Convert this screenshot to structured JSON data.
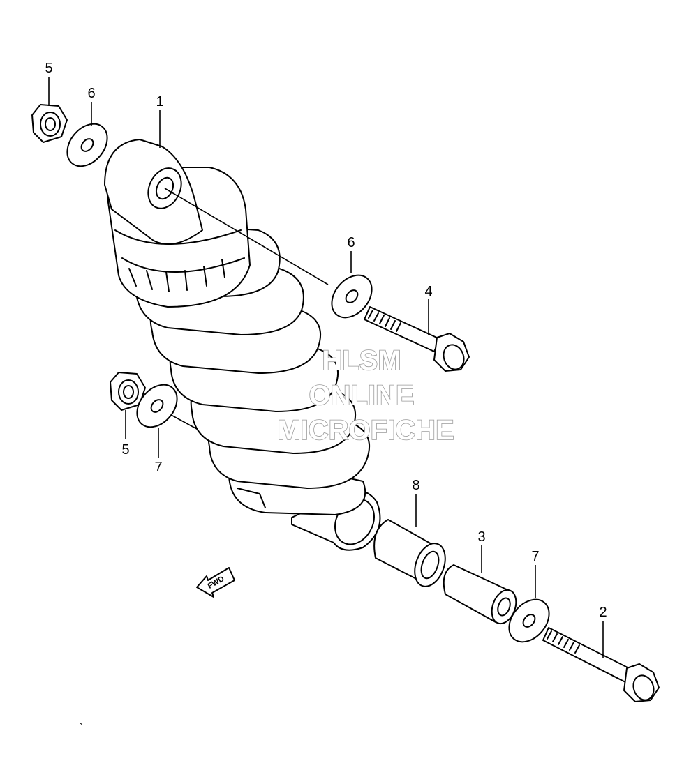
{
  "title": "",
  "parts": [
    {
      "number": "1",
      "name": "shock-absorber"
    },
    {
      "number": "2",
      "name": "long-bolt"
    },
    {
      "number": "3",
      "name": "inner-collar"
    },
    {
      "number": "4",
      "name": "upper-bolt"
    },
    {
      "number": "5",
      "name": "nut"
    },
    {
      "number": "5",
      "name": "nut"
    },
    {
      "number": "6",
      "name": "washer"
    },
    {
      "number": "6",
      "name": "washer"
    },
    {
      "number": "7",
      "name": "washer"
    },
    {
      "number": "7",
      "name": "washer"
    },
    {
      "number": "8",
      "name": "spacer"
    }
  ],
  "watermark": {
    "line1": "HLSM",
    "line2": "ONLINE",
    "line3": "MICROFICHE"
  },
  "direction_arrow": {
    "label": "FWD"
  },
  "stray_mark": "`"
}
